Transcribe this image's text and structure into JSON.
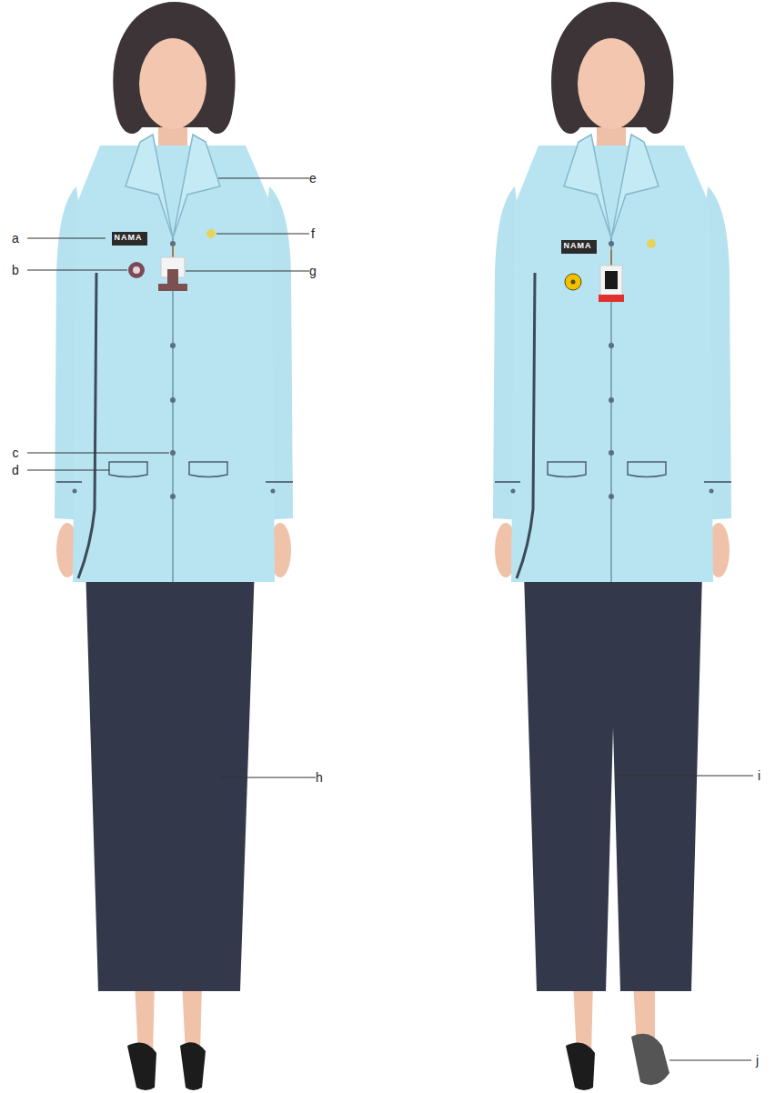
{
  "diagram": {
    "nodes": [
      {
        "text": [
          "NAMA"
        ]
      },
      {
        "text": [
          "NAMA"
        ]
      }
    ],
    "labels": [
      "a",
      "b",
      "c",
      "d",
      "e",
      "f",
      "g",
      "h",
      "i",
      "j"
    ]
  }
}
